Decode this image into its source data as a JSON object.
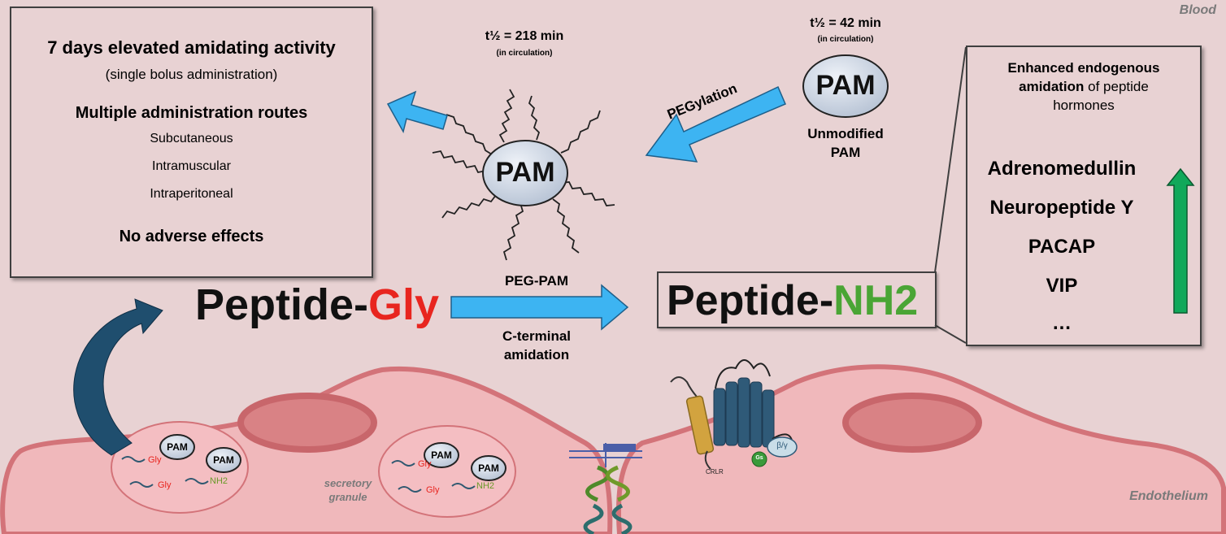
{
  "regions": {
    "blood": "Blood",
    "endothelium": "Endothelium"
  },
  "left_box": {
    "line1": "7 days elevated amidating activity",
    "line2": "(single bolus administration)",
    "line3": "Multiple administration routes",
    "routes": [
      "Subcutaneous",
      "Intramuscular",
      "Intraperitoneal"
    ],
    "line4": "No adverse effects"
  },
  "peg_pam": {
    "halflife": "t½ = 218 min",
    "halflife_note": "(in circulation)",
    "label": "PAM"
  },
  "unmodified_pam": {
    "halflife": "t½ = 42 min",
    "halflife_note": "(in circulation)",
    "label": "PAM",
    "caption_line1": "Unmodified",
    "caption_line2": "PAM"
  },
  "pegylation_arrow": "PEGylation",
  "reaction": {
    "substrate_prefix": "Peptide-",
    "substrate_suffix": "Gly",
    "product_prefix": "Peptide-",
    "product_suffix": "NH2",
    "enzyme": "PEG-PAM",
    "process_line1": "C-terminal",
    "process_line2": "amidation"
  },
  "right_box": {
    "header_part1": "Enhanced endogenous",
    "header_part2_bold": "amidation",
    "header_part2_rest": " of peptide",
    "header_part3": "hormones",
    "hormones": [
      "Adrenomedullin",
      "Neuropeptide Y",
      "PACAP",
      "VIP",
      "…"
    ]
  },
  "granule_left": {
    "pam1": "PAM",
    "pam2": "PAM",
    "gly1": "Gly",
    "gly2": "Gly",
    "nh2": "NH2"
  },
  "granule_right": {
    "pam1": "PAM",
    "pam2": "PAM",
    "gly1": "Gly",
    "gly2": "Gly",
    "nh2": "NH2"
  },
  "granule_label_line1": "secretory",
  "granule_label_line2": "granule",
  "receptor": {
    "crlr": "CRLR",
    "gs": "Gs",
    "by": "β/γ"
  },
  "colors": {
    "background": "#e8d2d3",
    "gly_red": "#e8251f",
    "nh2_green": "#4aa535",
    "arrow_blue": "#3db4f2",
    "cell_fill": "#f0b8bb",
    "cell_border": "#d37379",
    "pam_fill": "#c9d3e2",
    "up_arrow_green": "#11a85a",
    "curved_arrow": "#1f4e6e"
  }
}
